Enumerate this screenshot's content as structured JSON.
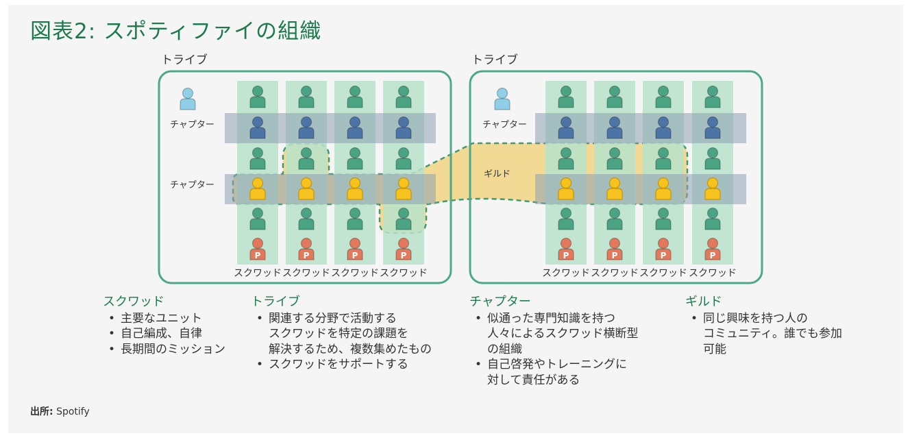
{
  "title": "図表2: スポティファイの組織",
  "labels": {
    "tribe": "トライブ",
    "chapter": "チャプター",
    "squad": "スクワッド",
    "guild": "ギルド",
    "po_mark": "P"
  },
  "colors": {
    "frame_bg": "#f5f5f5",
    "title_green": "#1d7a4d",
    "tribe_border": "#4aa98a",
    "squad_column": "#b7e2ca",
    "chapter_band": "#8ea1b5",
    "guild_fill": "#f2d37f",
    "guild_border": "#3f9a73",
    "person_green": "#4aa382",
    "person_blue": "#4d74a6",
    "person_yellow": "#f6c21f",
    "person_orange": "#e2795c",
    "person_lightblue": "#8fd0e8"
  },
  "descriptions": {
    "squad": {
      "heading": "スクワッド",
      "bullets": [
        "主要なユニット",
        "自己編成、自律",
        "長期間のミッション"
      ]
    },
    "tribe": {
      "heading": "トライブ",
      "bullets": [
        "関連する分野で活動する\nスクワッドを特定の課題を\n解決するため、複数集めたもの",
        "スクワッドをサポートする"
      ]
    },
    "chapter": {
      "heading": "チャプター",
      "bullets": [
        "似通った専門知識を持つ\n人々によるスクワッド横断型\nの組織",
        "自己啓発やトレーニングに\n対して責任がある"
      ]
    },
    "guild": {
      "heading": "ギルド",
      "bullets": [
        "同じ興味を持つ人の\nコミュニティ。誰でも参加\n可能"
      ]
    }
  },
  "source": {
    "label": "出所",
    "value": "Spotify"
  }
}
